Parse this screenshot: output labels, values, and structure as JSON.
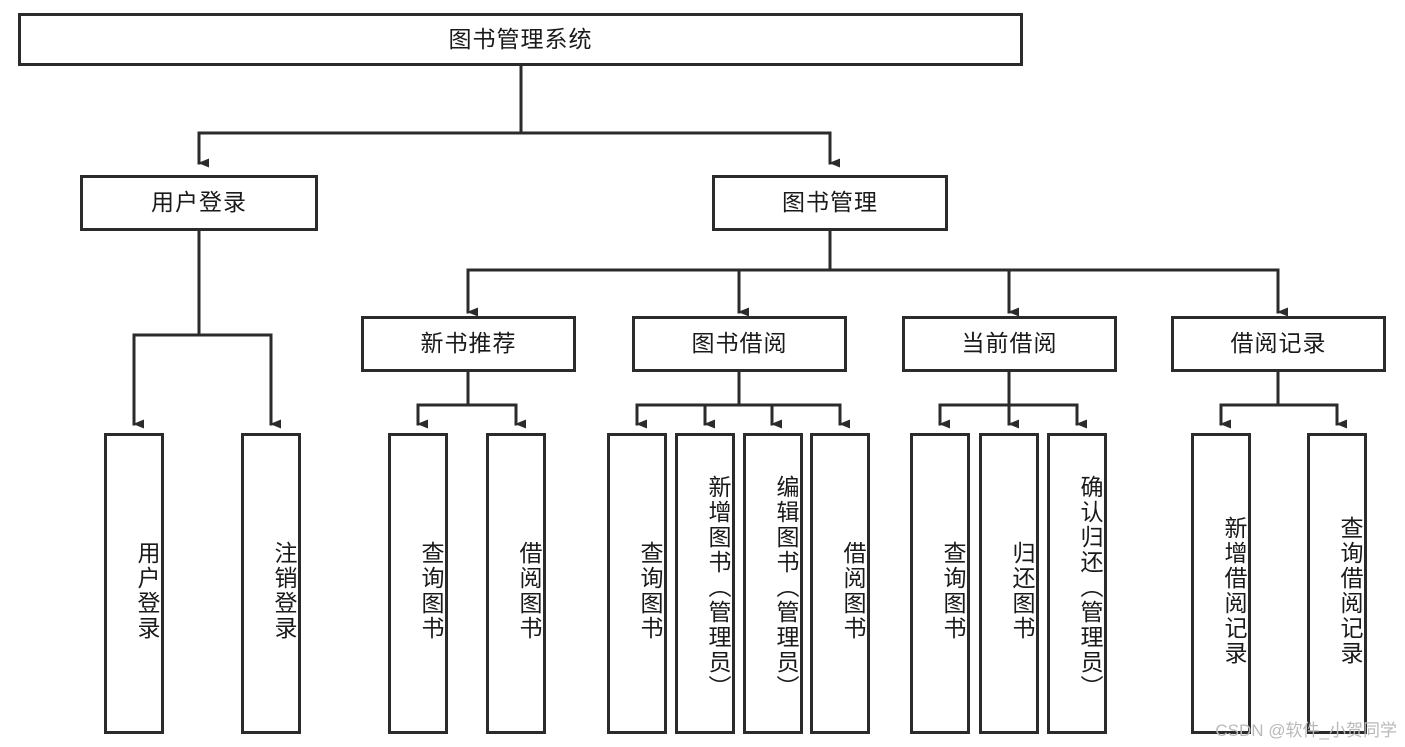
{
  "diagram": {
    "title": "图书管理系统",
    "type": "tree",
    "watermark": "CSDN @软件_小贺同学",
    "colors": {
      "box_border": "#2b2b2b",
      "box_fill": "#ffffff",
      "edge": "#2b2b2b",
      "text": "#1a1a1a",
      "watermark": "#b9b9b9",
      "background": "#ffffff"
    },
    "levels": {
      "root": {
        "label": "图书管理系统",
        "orientation": "horizontal"
      },
      "level2": [
        {
          "label": "用户登录",
          "orientation": "horizontal"
        },
        {
          "label": "图书管理",
          "orientation": "horizontal"
        }
      ],
      "level3": [
        {
          "label": "新书推荐",
          "orientation": "horizontal",
          "parent": "图书管理"
        },
        {
          "label": "图书借阅",
          "orientation": "horizontal",
          "parent": "图书管理"
        },
        {
          "label": "当前借阅",
          "orientation": "horizontal",
          "parent": "图书管理"
        },
        {
          "label": "借阅记录",
          "orientation": "horizontal",
          "parent": "图书管理"
        }
      ],
      "leaves": [
        {
          "label": "用户登录",
          "orientation": "vertical",
          "parent": "用户登录"
        },
        {
          "label": "注销登录",
          "orientation": "vertical",
          "parent": "用户登录"
        },
        {
          "label": "查询图书",
          "orientation": "vertical",
          "parent": "新书推荐"
        },
        {
          "label": "借阅图书",
          "orientation": "vertical",
          "parent": "新书推荐"
        },
        {
          "label": "查询图书",
          "orientation": "vertical",
          "parent": "图书借阅"
        },
        {
          "label": "新增图书（管理员）",
          "orientation": "vertical",
          "parent": "图书借阅"
        },
        {
          "label": "编辑图书（管理员）",
          "orientation": "vertical",
          "parent": "图书借阅"
        },
        {
          "label": "借阅图书",
          "orientation": "vertical",
          "parent": "图书借阅"
        },
        {
          "label": "查询图书",
          "orientation": "vertical",
          "parent": "当前借阅"
        },
        {
          "label": "归还图书",
          "orientation": "vertical",
          "parent": "当前借阅"
        },
        {
          "label": "确认归还（管理员）",
          "orientation": "vertical",
          "parent": "当前借阅"
        },
        {
          "label": "新增借阅记录",
          "orientation": "vertical",
          "parent": "借阅记录"
        },
        {
          "label": "查询借阅记录",
          "orientation": "vertical",
          "parent": "借阅记录"
        }
      ]
    }
  }
}
